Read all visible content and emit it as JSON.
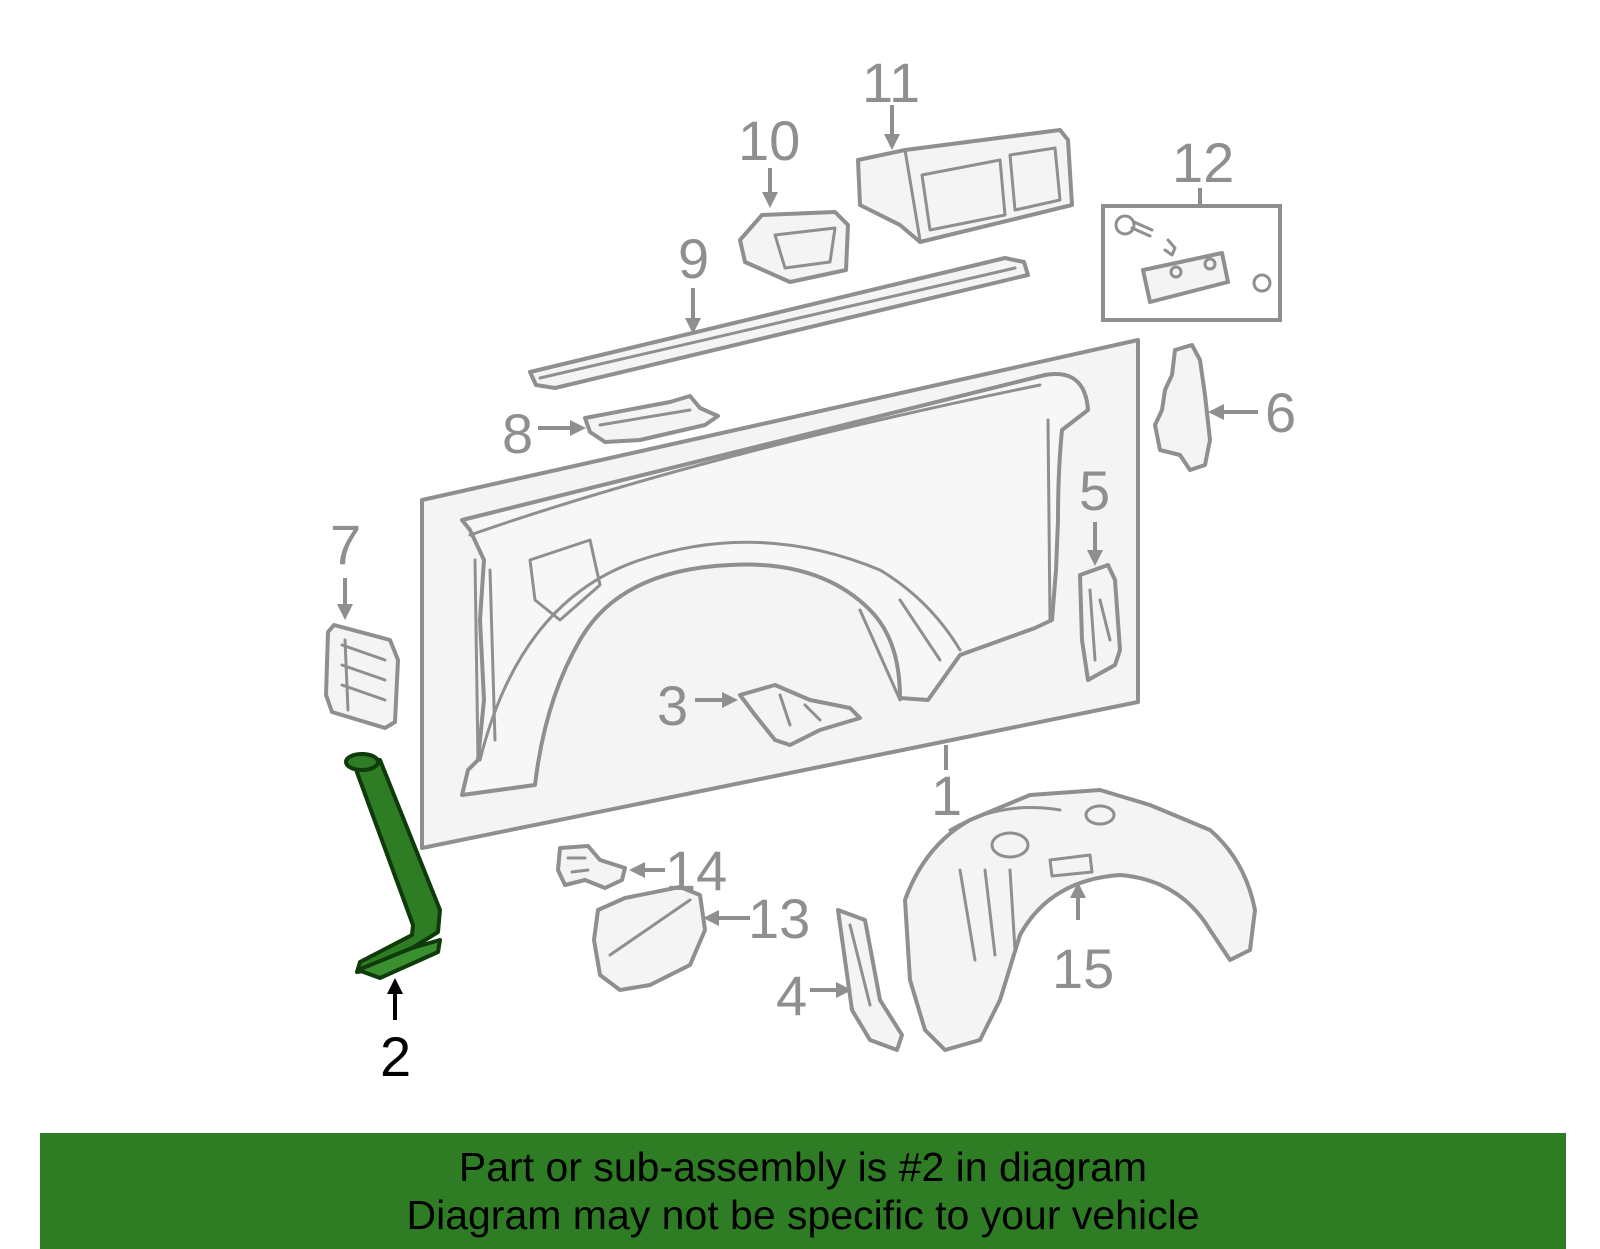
{
  "diagram": {
    "callouts": [
      "1",
      "2",
      "3",
      "4",
      "5",
      "6",
      "7",
      "8",
      "9",
      "10",
      "11",
      "12",
      "13",
      "14",
      "15"
    ],
    "highlighted_part": "2",
    "colors": {
      "highlight": "#2e7d24",
      "line": "#8f8f8f",
      "fill": "#f4f4f4",
      "banner": "#2e7d24"
    }
  },
  "banner": {
    "line1": "Part or sub-assembly is #2 in diagram",
    "line2": "Diagram may not be specific to your vehicle"
  }
}
